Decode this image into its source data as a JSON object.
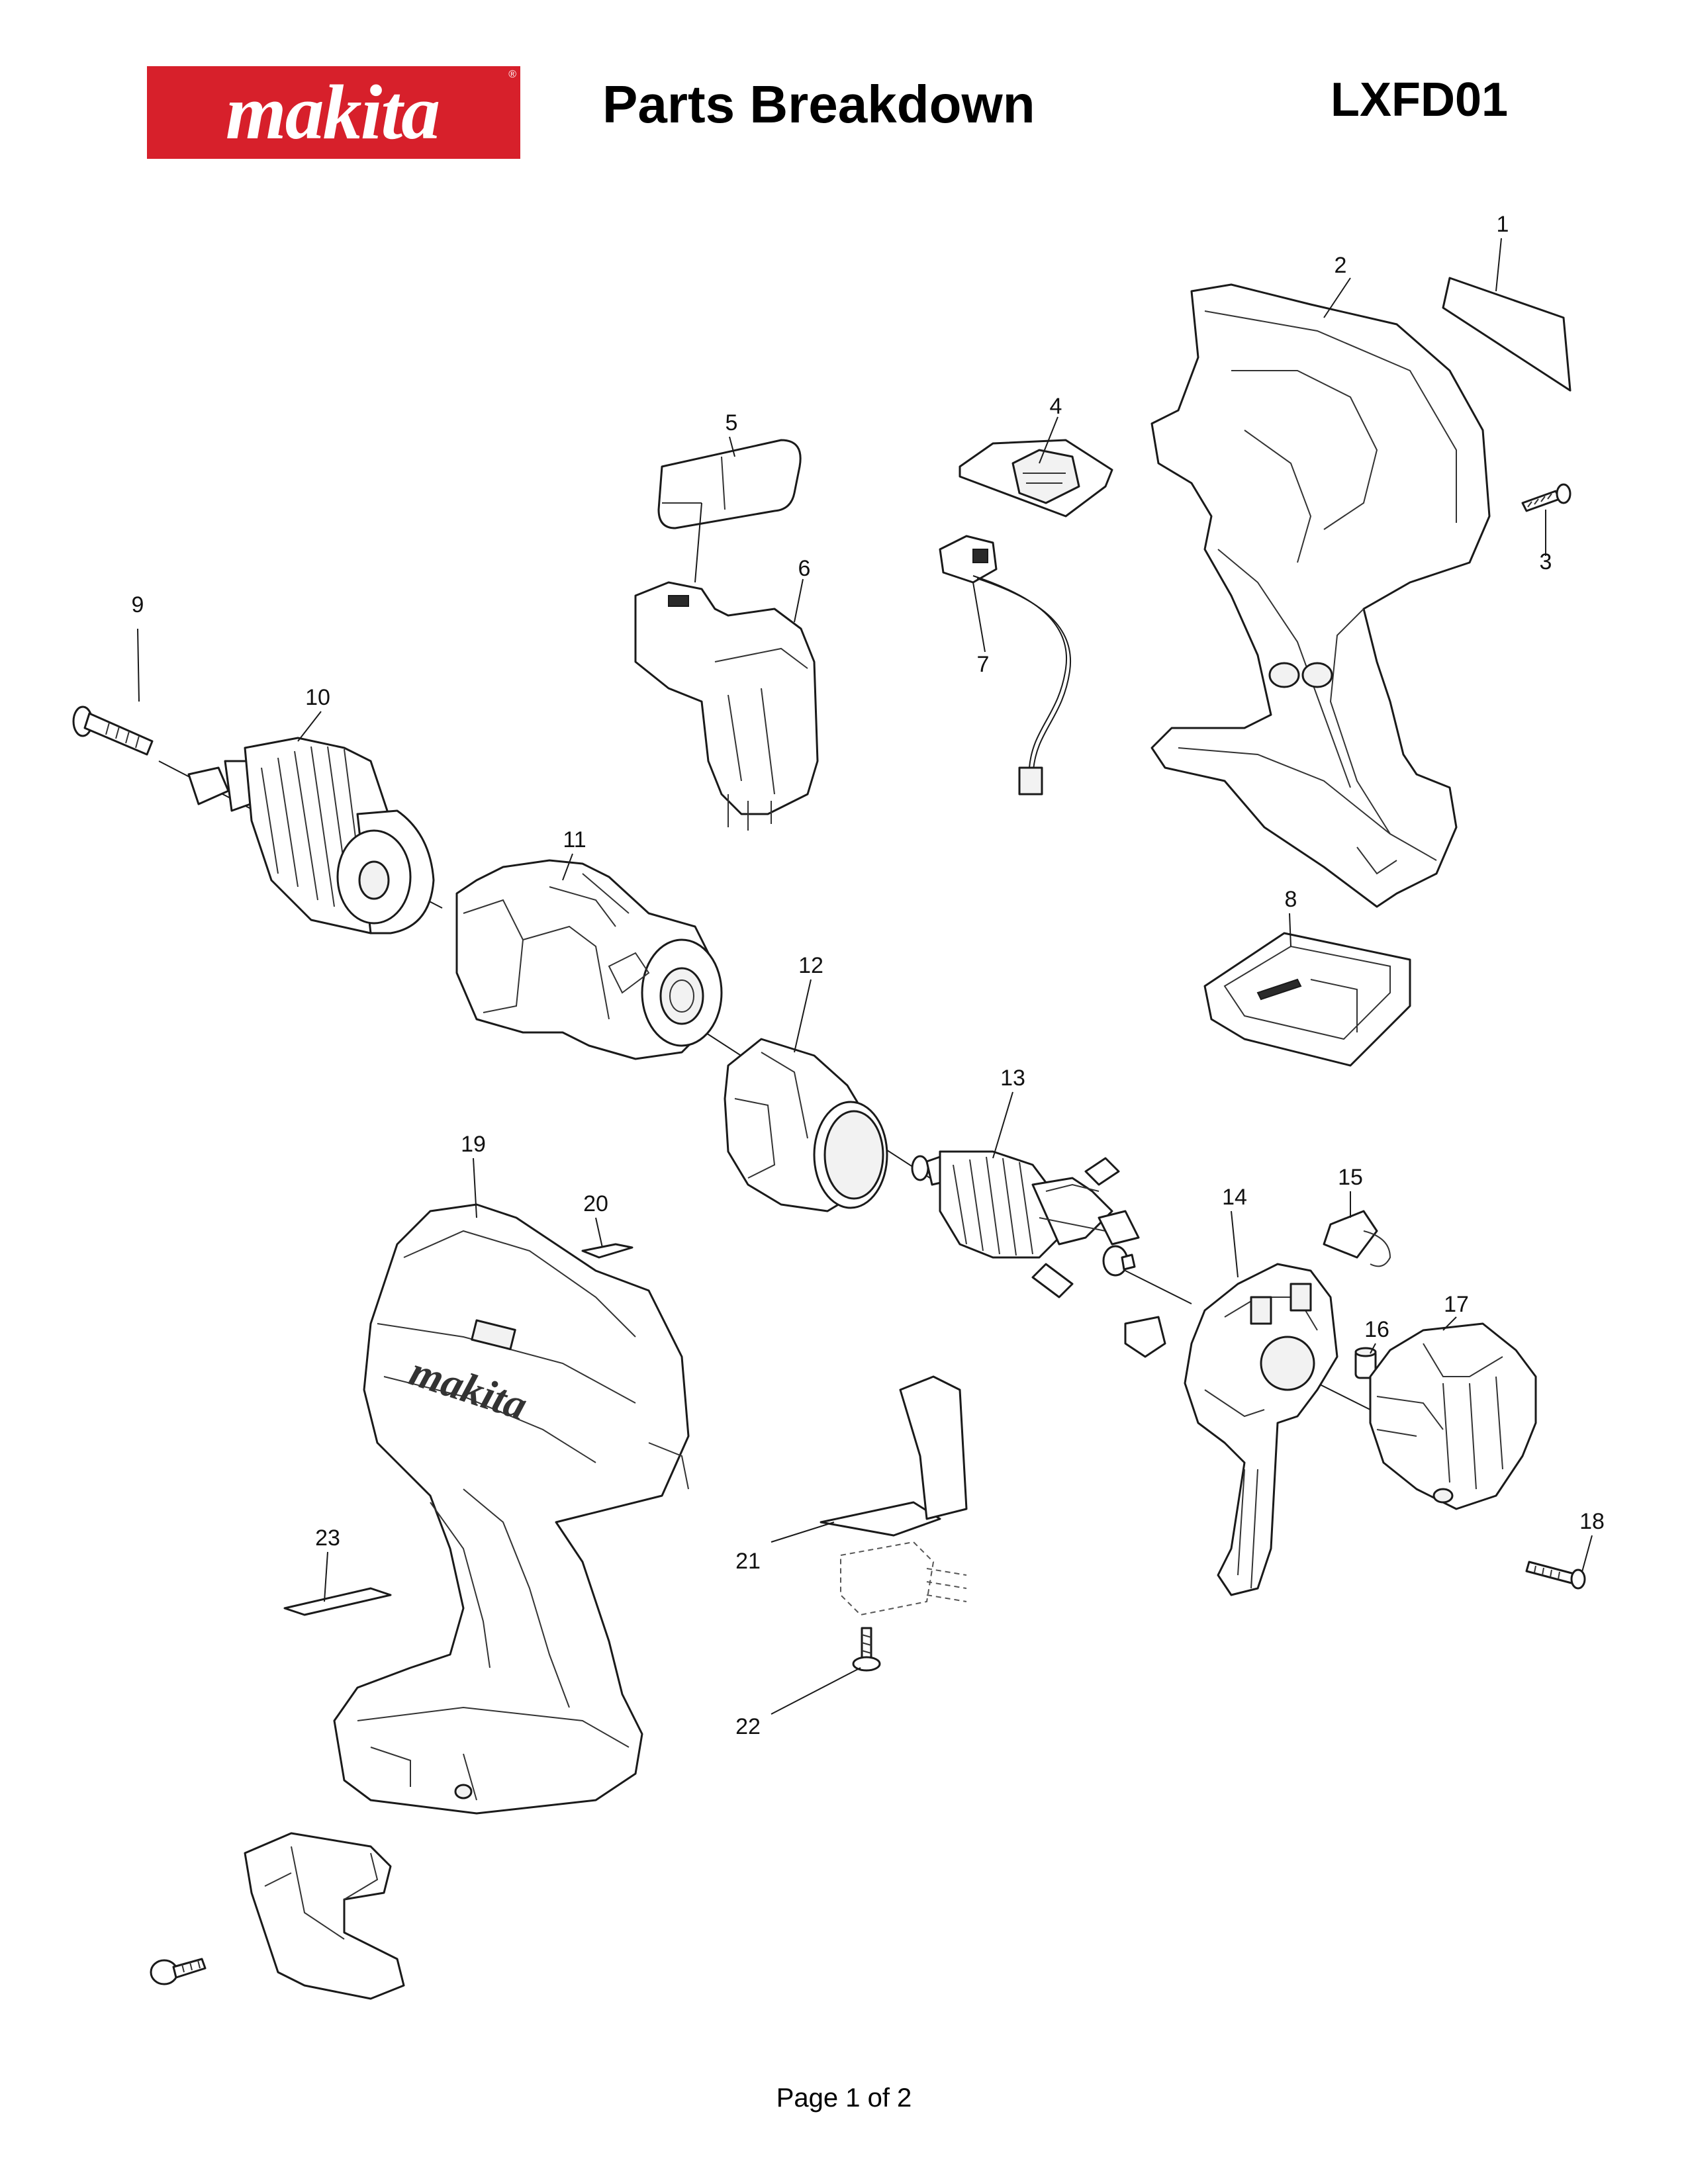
{
  "header": {
    "brand": "makita",
    "title": "Parts Breakdown",
    "model": "LXFD01"
  },
  "footer": {
    "page": "Page 1 of 2"
  },
  "colors": {
    "brand_red": "#d7202b",
    "line": "#1a1a1a"
  },
  "callouts": [
    "1",
    "2",
    "3",
    "4",
    "5",
    "6",
    "7",
    "8",
    "9",
    "10",
    "11",
    "12",
    "13",
    "14",
    "15",
    "16",
    "17",
    "18",
    "19",
    "20",
    "21",
    "22",
    "23"
  ]
}
